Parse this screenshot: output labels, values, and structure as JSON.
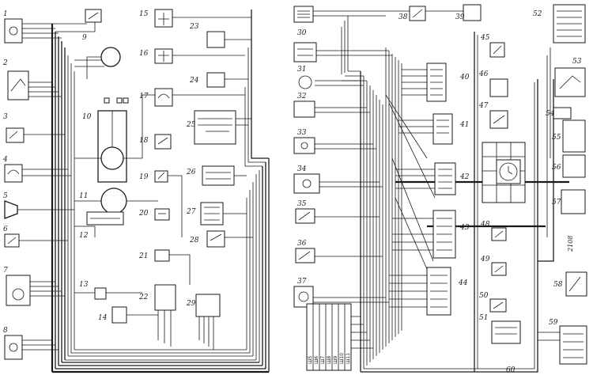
{
  "left_panel": {
    "component_numbers": [
      "1",
      "2",
      "3",
      "4",
      "5",
      "6",
      "7",
      "8",
      "9",
      "10",
      "11",
      "12",
      "13",
      "14",
      "15",
      "16",
      "17",
      "18",
      "19",
      "20",
      "21",
      "22",
      "23",
      "24",
      "25",
      "26",
      "27",
      "28",
      "29"
    ]
  },
  "right_panel": {
    "component_numbers": [
      "30",
      "31",
      "32",
      "33",
      "34",
      "35",
      "36",
      "37",
      "38",
      "39",
      "40",
      "41",
      "42",
      "43",
      "44",
      "45",
      "46",
      "47",
      "48",
      "49",
      "50",
      "51",
      "52",
      "53",
      "54",
      "55",
      "56",
      "57",
      "58",
      "59",
      "60"
    ],
    "connector_labels": [
      "Ш5",
      "Ш6",
      "Ш7",
      "Ш8",
      "Ш9",
      "Ш10",
      "Ш11"
    ],
    "side_marking": "2108"
  }
}
